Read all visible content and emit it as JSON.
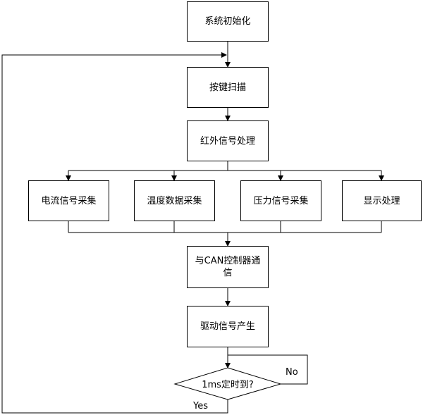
{
  "nodes": {
    "init": "系统初始化",
    "key_scan": "按键扫描",
    "ir_process": "红外信号处理",
    "current_sample": "电流信号采集",
    "temp_sample": "温度数据采集",
    "pressure_sample": "压力信号采集",
    "display_process": "显示处理",
    "can_comm_line1": "与CAN控制器通",
    "can_comm_line2": "信",
    "drive_signal": "驱动信号产生",
    "timer_check": "1ms定时到?"
  },
  "edge_labels": {
    "no": "No",
    "yes": "Yes"
  }
}
